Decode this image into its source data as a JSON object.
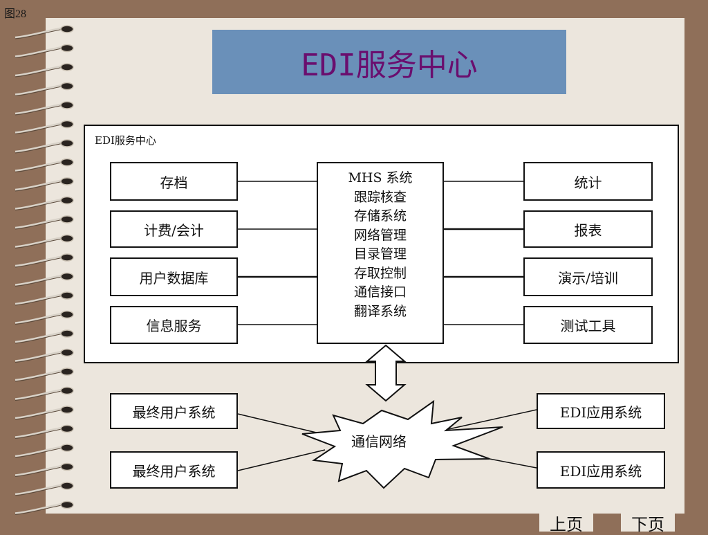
{
  "figure_label": "图28",
  "title": "EDI服务中心",
  "diagram": {
    "outer_label": "EDI服务中心",
    "left_boxes": [
      "存档",
      "计费/会计",
      "用户数据库",
      "信息服务"
    ],
    "center_items": [
      "MHS 系统",
      "跟踪核查",
      "存储系统",
      "网络管理",
      "目录管理",
      "存取控制",
      "通信接口",
      "翻译系统"
    ],
    "right_boxes": [
      "统计",
      "报表",
      "演示/培训",
      "测试工具"
    ],
    "network_label": "通信网络",
    "bottom_left": [
      "最终用户系统",
      "最终用户系统"
    ],
    "bottom_right": [
      "EDI应用系统",
      "EDI应用系统"
    ]
  },
  "nav": {
    "prev": "上页",
    "next": "下页"
  }
}
